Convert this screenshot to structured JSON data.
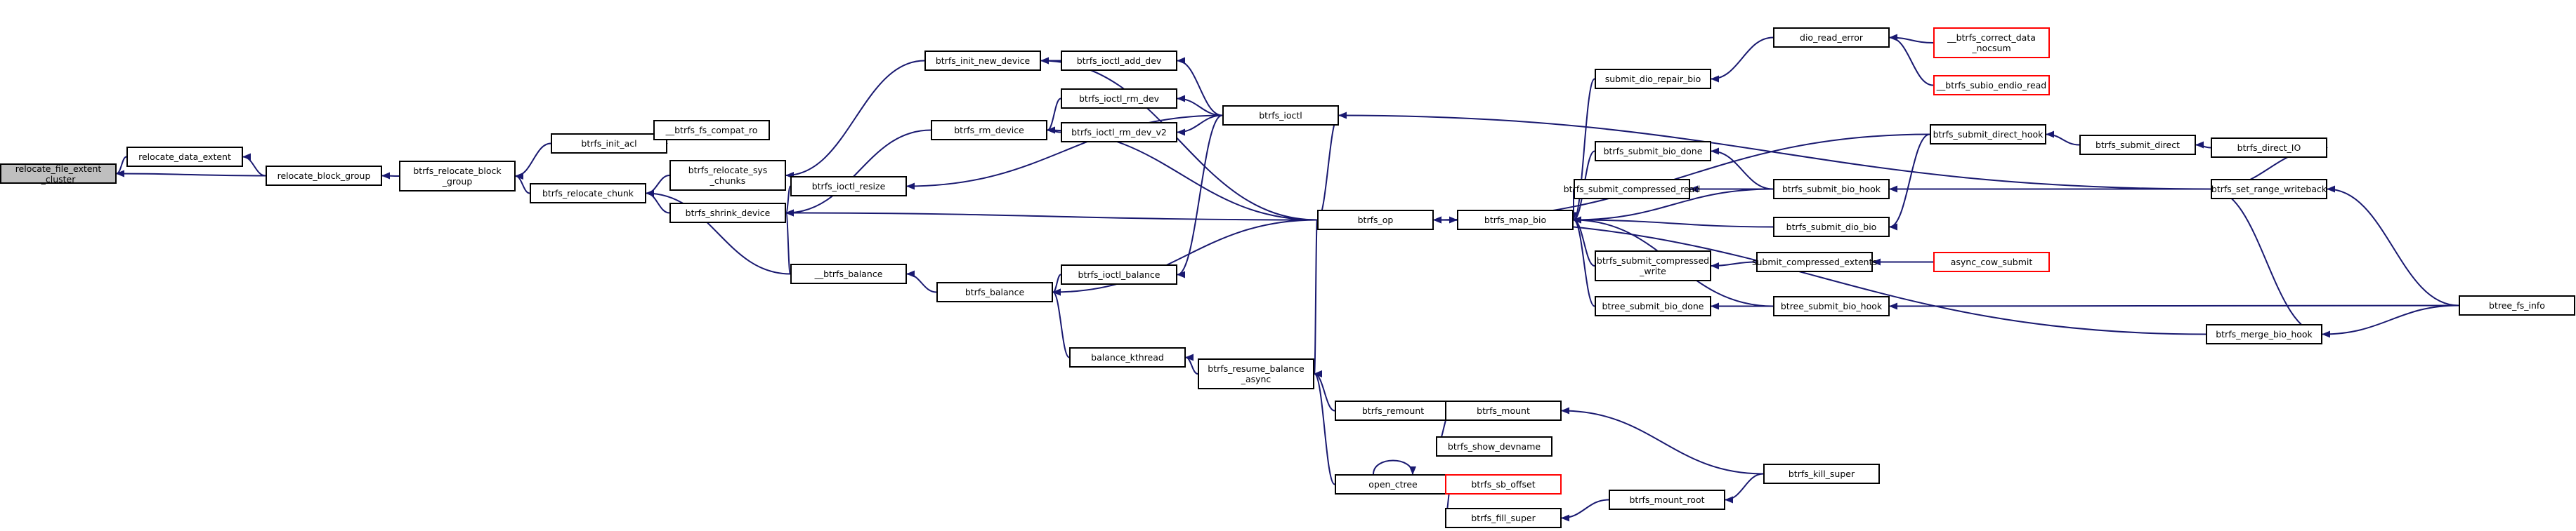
{
  "colors": {
    "edge": "#191970",
    "node_border": "#000000",
    "trunc_border": "#ff0000",
    "root_fill": "#bfbfbf"
  },
  "nodes": {
    "relocate_file_extent_cluster": "relocate_file_extent\n_cluster",
    "relocate_data_extent": "relocate_data_extent",
    "relocate_block_group": "relocate_block_group",
    "btrfs_relocate_block_group": "btrfs_relocate_block\n_group",
    "btrfs_init_acl": "btrfs_init_acl",
    "btrfs_fs_compat_ro": "__btrfs_fs_compat_ro",
    "btrfs_relocate_chunk": "btrfs_relocate_chunk",
    "btrfs_relocate_sys_chunks": "btrfs_relocate_sys\n_chunks",
    "btrfs_shrink_device": "btrfs_shrink_device",
    "__btrfs_balance": "__btrfs_balance",
    "btrfs_init_new_device": "btrfs_init_new_device",
    "btrfs_rm_device": "btrfs_rm_device",
    "btrfs_ioctl_resize": "btrfs_ioctl_resize",
    "btrfs_balance": "btrfs_balance",
    "balance_kthread": "balance_kthread",
    "btrfs_ioctl_add_dev": "btrfs_ioctl_add_dev",
    "btrfs_ioctl_rm_dev": "btrfs_ioctl_rm_dev",
    "btrfs_ioctl_rm_dev_v2": "btrfs_ioctl_rm_dev_v2",
    "btrfs_ioctl_balance": "btrfs_ioctl_balance",
    "btrfs_ioctl": "btrfs_ioctl",
    "btrfs_resume_balance_async": "btrfs_resume_balance\n_async",
    "btrfs_remount": "btrfs_remount",
    "open_ctree": "open_ctree",
    "btrfs_mount": "btrfs_mount",
    "btrfs_show_devname": "btrfs_show_devname",
    "btrfs_sb_offset": "btrfs_sb_offset",
    "btrfs_fill_super": "btrfs_fill_super",
    "btrfs_mount_root": "btrfs_mount_root",
    "btrfs_kill_super": "btrfs_kill_super",
    "btrfs_op": "btrfs_op",
    "btrfs_map_bio": "btrfs_map_bio",
    "submit_dio_repair_bio": "submit_dio_repair_bio",
    "btrfs_submit_bio_done": "btrfs_submit_bio_done",
    "btrfs_submit_compressed_read": "btrfs_submit_compressed_read",
    "btrfs_submit_compressed_write": "btrfs_submit_compressed\n_write",
    "btree_submit_bio_done": "btree_submit_bio_done",
    "dio_read_error": "dio_read_error",
    "btrfs_submit_dio_bio": "btrfs_submit_dio_bio",
    "btrfs_submit_bio_hook": "btrfs_submit_bio_hook",
    "submit_compressed_extents": "submit_compressed_extents",
    "btree_submit_bio_hook": "btree_submit_bio_hook",
    "btrfs_check_data_csum": "__btrfs_correct_data\n_nocsum",
    "btrfs_subio_endio_read": "__btrfs_subio_endio_read",
    "async_cow_submit": "async_cow_submit",
    "btrfs_submit_direct_hook": "btrfs_submit_direct_hook",
    "btrfs_submit_direct": "btrfs_submit_direct",
    "btrfs_direct_IO": "btrfs_direct_IO",
    "btrfs_set_range_writeback": "btrfs_set_range_writeback",
    "btrfs_merge_bio_hook": "btrfs_merge_bio_hook",
    "btree_fs_info": "btree_fs_info"
  }
}
